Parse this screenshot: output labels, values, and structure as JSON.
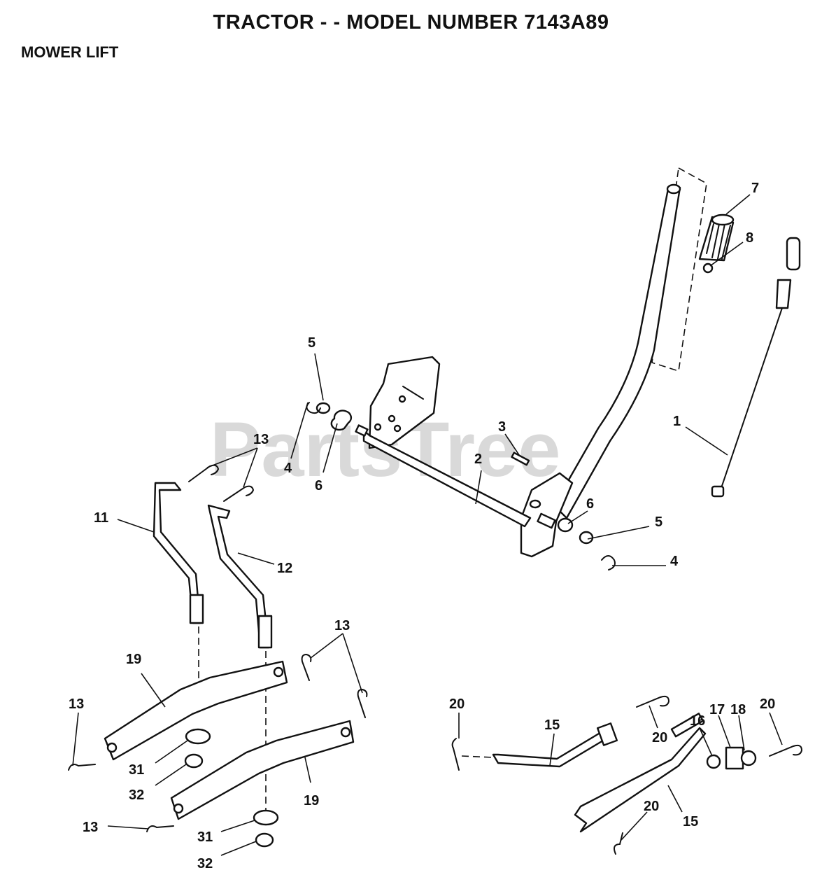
{
  "header": {
    "title": "TRACTOR - - MODEL NUMBER 7143A89",
    "section": "MOWER LIFT"
  },
  "watermark": {
    "text": "PartsTree"
  },
  "callouts": [
    {
      "id": "c1",
      "label": "1"
    },
    {
      "id": "c2",
      "label": "2"
    },
    {
      "id": "c3",
      "label": "3"
    },
    {
      "id": "c4a",
      "label": "4"
    },
    {
      "id": "c4b",
      "label": "4"
    },
    {
      "id": "c5a",
      "label": "5"
    },
    {
      "id": "c5b",
      "label": "5"
    },
    {
      "id": "c6a",
      "label": "6"
    },
    {
      "id": "c6b",
      "label": "6"
    },
    {
      "id": "c7",
      "label": "7"
    },
    {
      "id": "c8",
      "label": "8"
    },
    {
      "id": "c11",
      "label": "11"
    },
    {
      "id": "c12",
      "label": "12"
    },
    {
      "id": "c13a",
      "label": "13"
    },
    {
      "id": "c13b",
      "label": "13"
    },
    {
      "id": "c13c",
      "label": "13"
    },
    {
      "id": "c13d",
      "label": "13"
    },
    {
      "id": "c15a",
      "label": "15"
    },
    {
      "id": "c15b",
      "label": "15"
    },
    {
      "id": "c16",
      "label": "16"
    },
    {
      "id": "c17",
      "label": "17"
    },
    {
      "id": "c18",
      "label": "18"
    },
    {
      "id": "c19a",
      "label": "19"
    },
    {
      "id": "c19b",
      "label": "19"
    },
    {
      "id": "c20a",
      "label": "20"
    },
    {
      "id": "c20b",
      "label": "20"
    },
    {
      "id": "c20c",
      "label": "20"
    },
    {
      "id": "c20d",
      "label": "20"
    },
    {
      "id": "c31a",
      "label": "31"
    },
    {
      "id": "c31b",
      "label": "31"
    },
    {
      "id": "c32a",
      "label": "32"
    },
    {
      "id": "c32b",
      "label": "32"
    }
  ]
}
